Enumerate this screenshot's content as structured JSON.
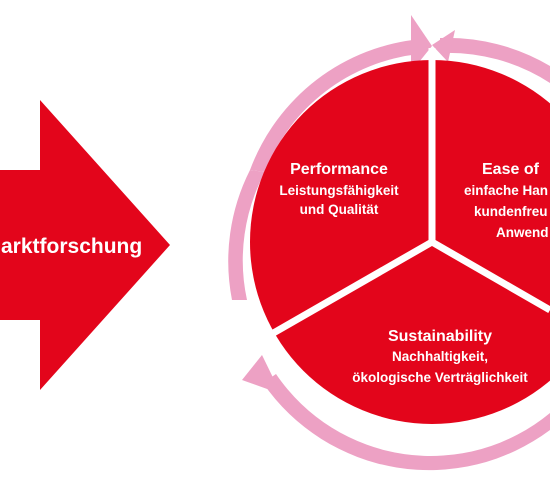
{
  "arrow": {
    "label": "arktforschung"
  },
  "segments": {
    "performance": {
      "title": "Performance",
      "line1": "Leistungsfähigkeit",
      "line2": "und Qualität"
    },
    "ease": {
      "title": "Ease of",
      "line1": "einfache Han",
      "line2": "kundenfreu",
      "line3": "Anwend"
    },
    "sustainability": {
      "title": "Sustainability",
      "line1": "Nachhaltigkeit,",
      "line2": "ökologische Verträglichkeit"
    }
  },
  "colors": {
    "red": "#e3051b",
    "pink": "#eda1c4",
    "divider": "#ffffff"
  }
}
